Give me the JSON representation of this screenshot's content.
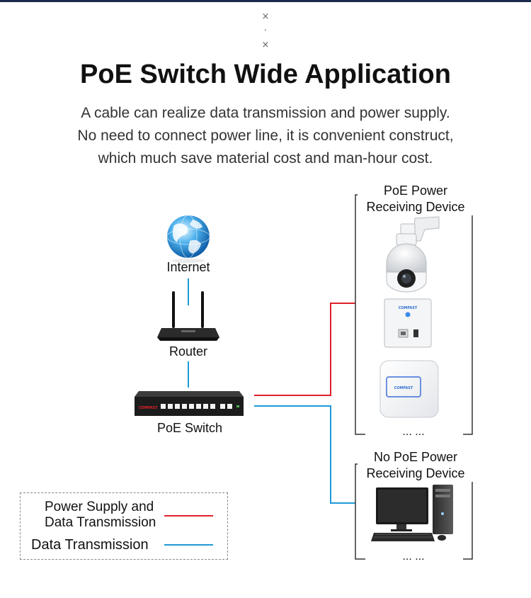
{
  "decor": {
    "mark_top": "×",
    "mark_mid": "·",
    "mark_bottom": "×"
  },
  "title": "PoE Switch Wide Application",
  "subtitle": [
    "A cable can realize data transmission and power supply.",
    "No need to connect power line, it is convenient construct,",
    "which much save material cost and man-hour cost."
  ],
  "nodes": {
    "internet": "Internet",
    "router": "Router",
    "switch": "PoE Switch",
    "switch_brand": "COMFAST"
  },
  "groups": {
    "poe": {
      "title_line1": "PoE Power",
      "title_line2": "Receiving Device",
      "more": "... ..."
    },
    "nopoe": {
      "title_line1": "No PoE Power",
      "title_line2": "Receiving Device",
      "more": "... ..."
    }
  },
  "devices": {
    "panel_brand": "COMFAST",
    "ap_brand": "COMFAST"
  },
  "legend": {
    "power_line1": "Power Supply and",
    "power_line2": "Data Transmission",
    "data": "Data Transmission"
  },
  "colors": {
    "power_line": "#e0212a",
    "data_line": "#1e9ad6",
    "top_rule": "#1b2a4a"
  }
}
